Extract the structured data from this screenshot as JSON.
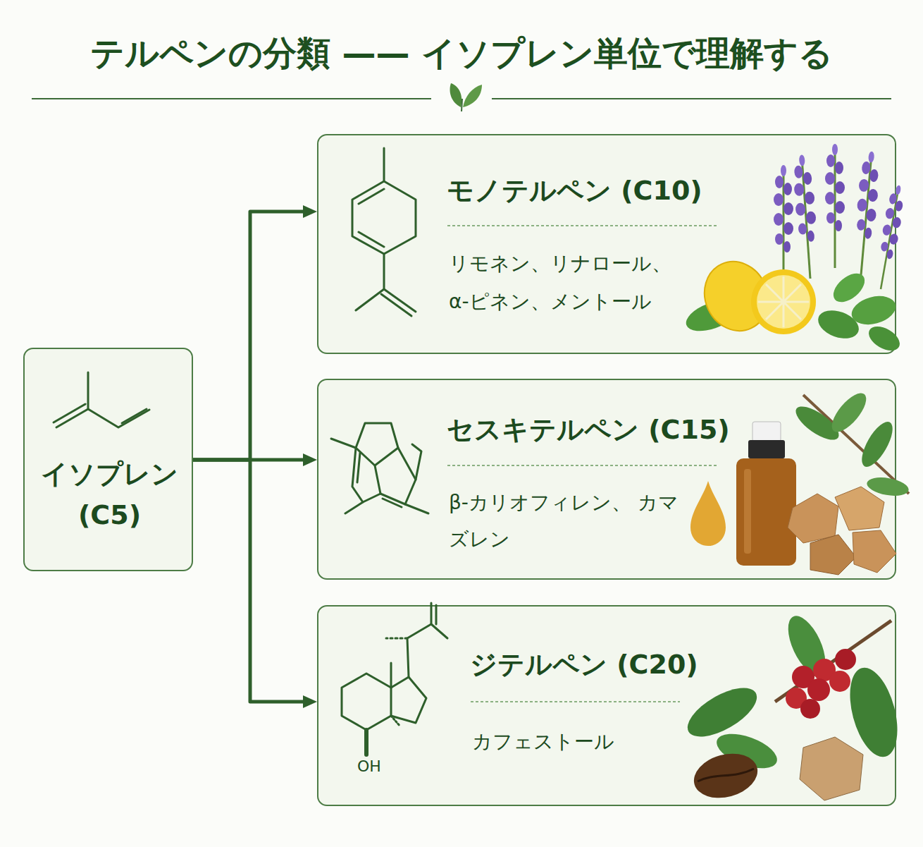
{
  "diagram": {
    "title": "テルペンの分類 —— イソプレン単位で理解する",
    "nodes": [
      {
        "text": [
          "イソプレン (C5)"
        ]
      },
      {
        "text": [
          "モノテルペン (C10)",
          "リモネン、リナロール、 α-ピネン、メントール"
        ]
      },
      {
        "text": [
          "セスキテルペン (C15)",
          "β-カリオフィレン、 カマズレン"
        ]
      },
      {
        "text": [
          "ジテルペン (C20)",
          "カフェストール"
        ]
      }
    ],
    "edges": [
      {
        "from": 0,
        "to": 1,
        "arrow": "to"
      },
      {
        "from": 0,
        "to": 2,
        "arrow": "to"
      },
      {
        "from": 0,
        "to": 3,
        "arrow": "to"
      }
    ],
    "labels": [
      "OH"
    ]
  }
}
